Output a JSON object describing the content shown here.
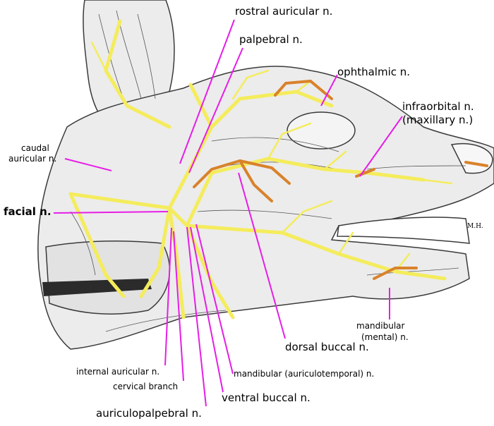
{
  "colors": {
    "nerve_yellow": "#f4ec5c",
    "nerve_orange": "#d9822b",
    "leader_magenta": "#e61ee6",
    "sketch": "#3a3a3a"
  },
  "labels": {
    "rostral_auricular": "rostral auricular n.",
    "palpebral": "palpebral n.",
    "ophthalmic": "ophthalmic n.",
    "infraorbital_1": "infraorbital n.",
    "infraorbital_2": "(maxillary n.)",
    "caudal_auricular_1": "caudal",
    "caudal_auricular_2": "auricular n.",
    "facial": "facial n.",
    "mandibular_mental_1": "mandibular",
    "mandibular_mental_2": "(mental) n.",
    "dorsal_buccal": "dorsal buccal n.",
    "internal_auricular": "internal auricular n.",
    "mandibular_auriculotemporal": "mandibular (auriculotemporal) n.",
    "cervical_branch": "cervical branch",
    "ventral_buccal": "ventral buccal n.",
    "auriculopalpebral": "auriculopalpebral n."
  },
  "signature": "M.H."
}
